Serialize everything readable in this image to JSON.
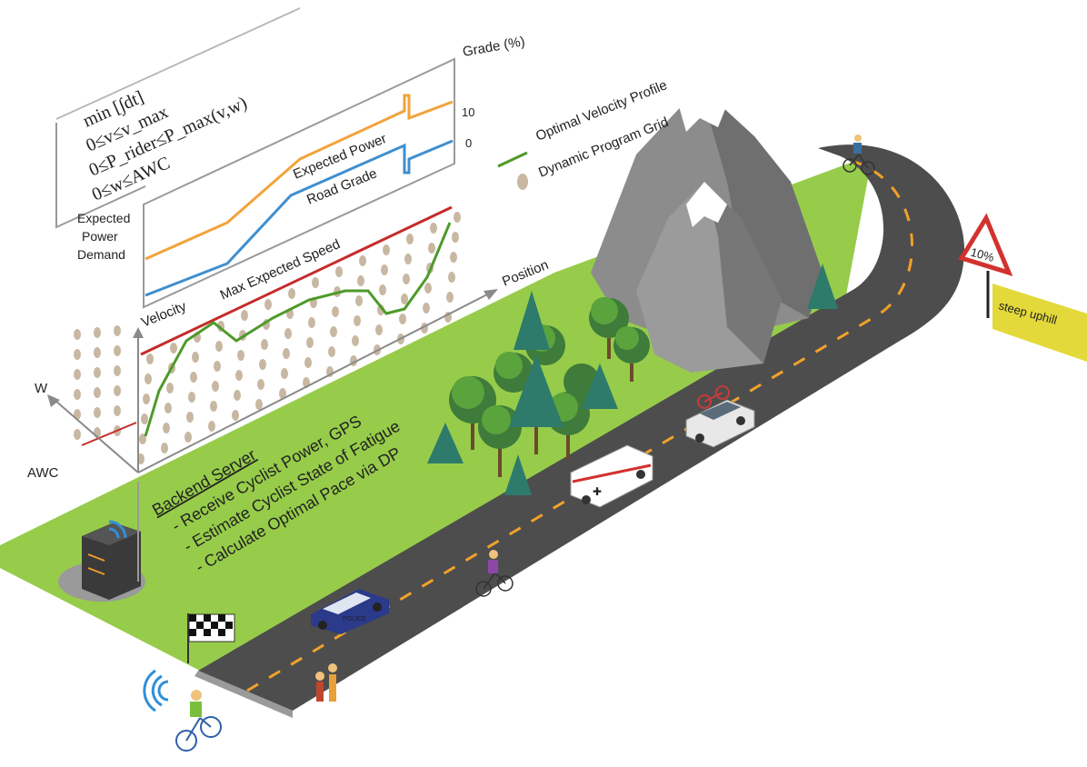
{
  "formulation": {
    "line1": "min [∫dt]",
    "line2": "0≤v≤v_max",
    "line3": "0≤P_rider≤P_max(v,w)",
    "line4": "0≤w≤AWC"
  },
  "power_panel": {
    "grade_title": "Grade (%)",
    "grade_tick_10": "10",
    "grade_tick_0": "0",
    "expected_power_label": "Expected Power",
    "road_grade_label": "Road Grade",
    "y_label_line1": "Expected",
    "y_label_line2": "Power",
    "y_label_line3": "Demand"
  },
  "dp_panel": {
    "max_speed_label": "Max Expected Speed",
    "velocity_label": "Velocity",
    "position_label": "Position",
    "w_label": "W",
    "awc_label": "AWC"
  },
  "legend": {
    "velocity_profile": "Optimal Velocity Profile",
    "dp_grid": "Dynamic Program Grid"
  },
  "server": {
    "title": "Backend Server",
    "item1": "- Receive Cyclist Power, GPS",
    "item2": "- Estimate Cyclist State of Fatigue",
    "item3": "- Calculate Optimal Pace via DP"
  },
  "sign": {
    "grade_text": "10%",
    "banner_text": "steep uphill"
  },
  "vehicles": {
    "police_text": "POLICE"
  },
  "colors": {
    "grass": "#96cc4a",
    "road": "#4d4d4d",
    "lane_dash": "#f2a12b",
    "power_line": "#f2a33a",
    "grade_line": "#3f8fcf",
    "velocity_line": "#4d9a2a",
    "max_speed_line": "#c62b2b",
    "grid_dot": "#c8b8a2",
    "banner": "#e3d93a"
  }
}
